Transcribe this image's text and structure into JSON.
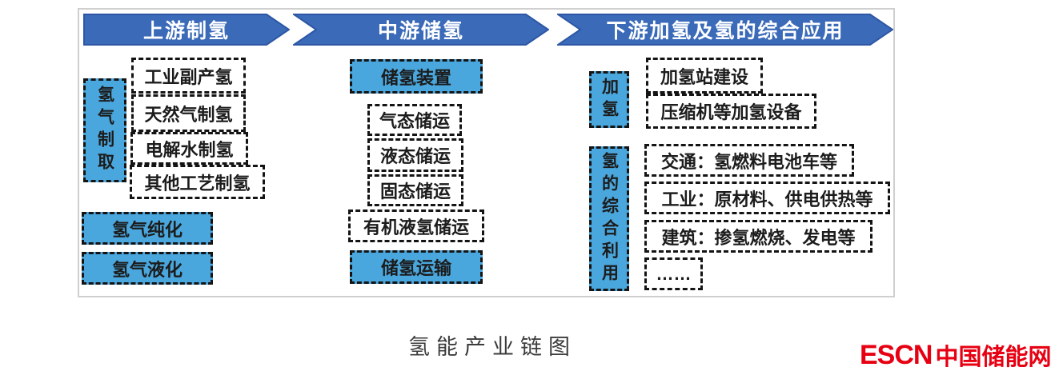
{
  "palette": {
    "arrow_fill": "#3a6ab8",
    "arrow_stroke": "#2d57a5",
    "box_blue": "#4aa7dd",
    "dash_border": "#141414",
    "frame_border": "#cfcfcf",
    "logo_red": "#e60012"
  },
  "header_arrows": {
    "upstream": "上游制氢",
    "midstream": "中游储氢",
    "downstream": "下游加氢及氢的综合应用"
  },
  "upstream": {
    "vertical_label": "氢气制取",
    "process_boxes": [
      "工业副产氢",
      "天然气制氢",
      "电解水制氢",
      "其他工艺制氢"
    ],
    "blue_boxes": [
      "氢气纯化",
      "氢气液化"
    ]
  },
  "midstream": {
    "top_blue_box": "储氢装置",
    "white_boxes": [
      "气态储运",
      "液态储运",
      "固态储运",
      "有机液氢储运"
    ],
    "bottom_blue_box": "储氢运输"
  },
  "downstream": {
    "refuel_vertical_label": "加氢",
    "refuel_boxes": [
      "加氢站建设",
      "压缩机等加氢设备"
    ],
    "usage_vertical_label": "氢的综合利用",
    "usage_boxes": [
      "交通：氢燃料电池车等",
      "工业：原材料、供电供热等",
      "建筑：掺氢燃烧、发电等",
      "……"
    ]
  },
  "caption": "氢能产业链图",
  "logo": {
    "latin": "ESCN",
    "cjk": "中国储能网"
  }
}
